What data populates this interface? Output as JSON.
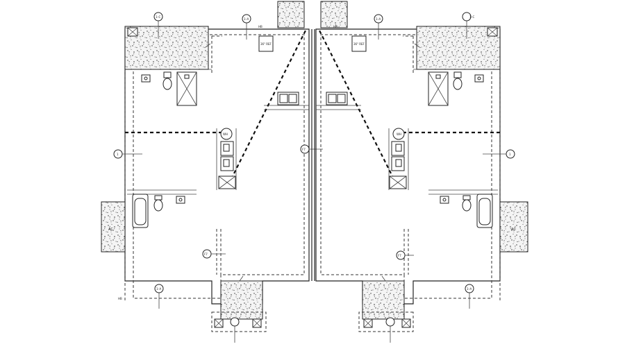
{
  "labels": {
    "footing_f7": "F7",
    "section_1a": "1–A",
    "section_1c": "1–C",
    "section_1": "1",
    "fridge": "36\" REF",
    "water_heater": "WH",
    "hb": "HB",
    "pad_label": "AC"
  }
}
